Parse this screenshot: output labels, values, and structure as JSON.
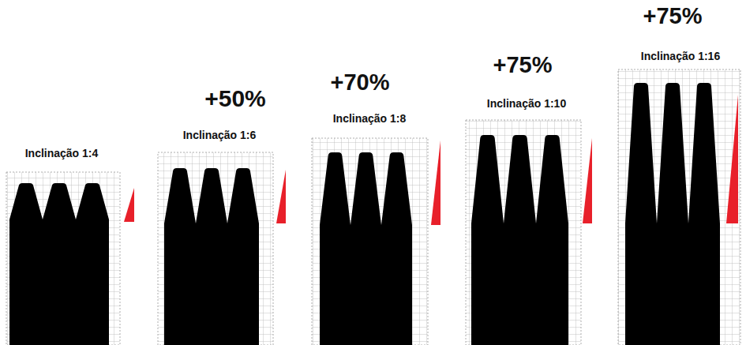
{
  "diagram": {
    "labels": [
      "Inclinação 1:4",
      "+50%",
      "Inclinação 1:6",
      "+70%",
      "Inclinação 1:8",
      "+75%",
      "Inclinação 1:10",
      "+75%",
      "Inclinação 1:16"
    ]
  }
}
